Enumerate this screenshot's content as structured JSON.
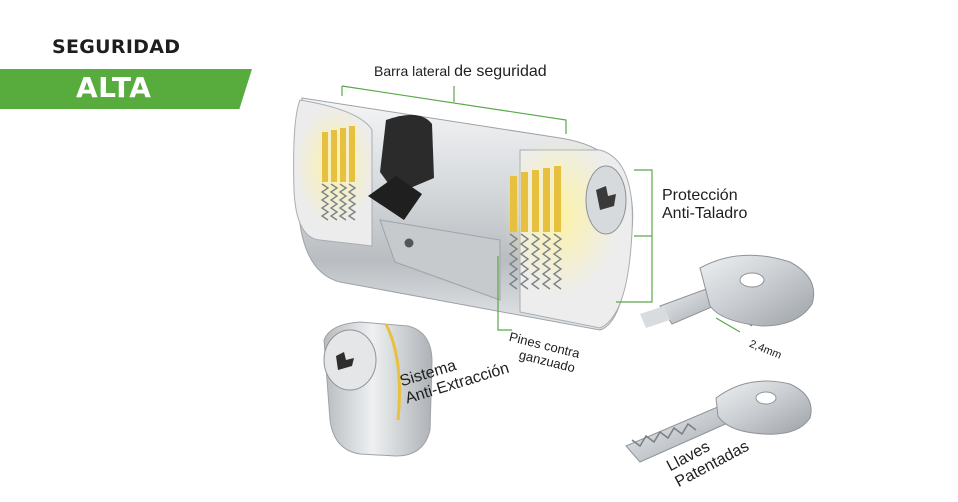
{
  "badge": {
    "line1": "SEGURIDAD",
    "line2": "ALTA"
  },
  "labels": {
    "barra_small": "Barra lateral",
    "barra_big": "de seguridad",
    "proteccion_1": "Protección",
    "proteccion_2": "Anti-Taladro",
    "pines_1": "Pines contra",
    "pines_2": "ganzuado",
    "sistema_1": "Sistema",
    "sistema_2": "Anti-Extracción",
    "llaves_1": "Llaves",
    "llaves_2": "Patentadas",
    "key_dimension": "2,4mm"
  },
  "colors": {
    "accent_green": "#58ac3e",
    "callout_line": "#5aa84a",
    "text": "#1e1e1e",
    "pin_gold": "#e8c040",
    "metal": "#cfd3d6"
  },
  "icons": [
    "lock-cylinder-illustration",
    "key-icon"
  ]
}
